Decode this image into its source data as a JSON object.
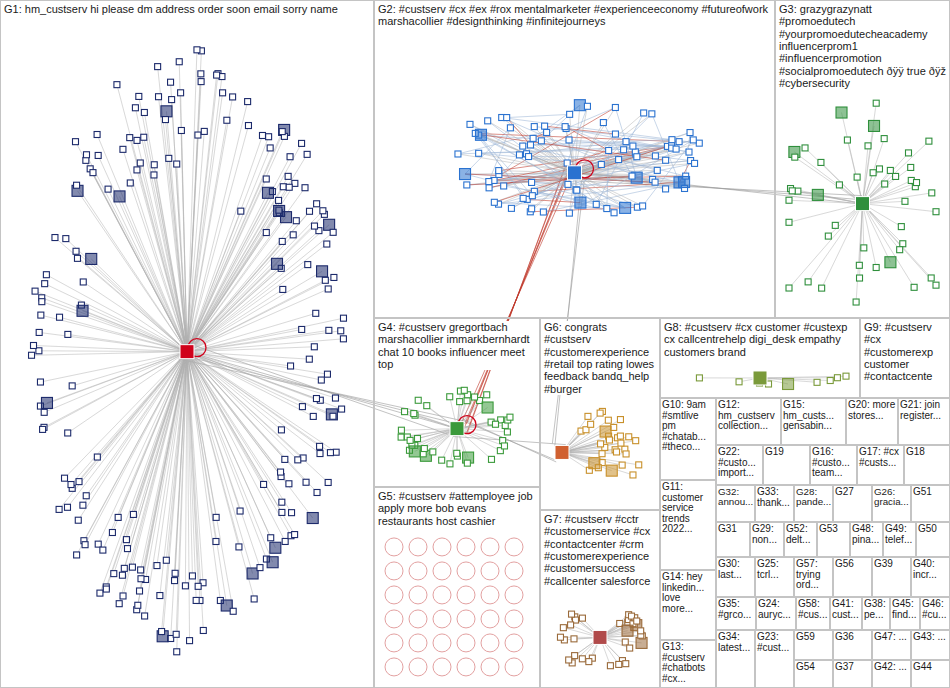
{
  "diagram": {
    "nodes": [
      {
        "text": [
          "G1: hm_custserv hi please dm address order soon email sorry name"
        ]
      },
      {
        "text": [
          "G2: #custserv #cx #ex #rox mentalmarketer #experienceeconomy #futureofwork marshacollier #designthinking #infinitejourneys"
        ]
      },
      {
        "text": [
          "G3: grazygrazynatt #promoedutech #yourpromoedutecheacademy influencerprom1 #influencerpromotion #socialpromoedutech ðÿÿ true ðÿž #cybersecurity"
        ]
      },
      {
        "text": [
          "G4: #custserv gregortbach marshacollier immarkbernhardt chat 10 books influencer meet top"
        ]
      },
      {
        "text": [
          "G6: congrats #custserv #customerexperience #retail top rating lowes feedback bandq_help #burger"
        ]
      },
      {
        "text": [
          "G8: #custserv #cx customer #custexp cx callcentrehelp digi_desk empathy customers brand"
        ]
      },
      {
        "text": [
          "G9: #custserv #cx #customerexp customer #contactcente"
        ]
      },
      {
        "text": [
          "G5: #custserv #attemployee job apply more bob evans restaurants host cashier"
        ]
      },
      {
        "text": [
          "G7: #custserv #cctr #customerservice #cx #contactcenter #crm #customerexperience #customersuccess #callcenter salesforce"
        ]
      },
      {
        "text": [
          "G10: 9am #smtlive pm #chatab... #theco..."
        ]
      },
      {
        "text": [
          "G12: hm_custserv collection..."
        ]
      },
      {
        "text": [
          "G15: hm_custs... gensabin..."
        ]
      },
      {
        "text": [
          "G20: more stores..."
        ]
      },
      {
        "text": [
          "G21: join register..."
        ]
      },
      {
        "text": [
          "G22: #custo... import..."
        ]
      },
      {
        "text": [
          "G19"
        ]
      },
      {
        "text": [
          "G16: #custo... team..."
        ]
      },
      {
        "text": [
          "G17: #cx #custs..."
        ]
      },
      {
        "text": [
          "G18"
        ]
      },
      {
        "text": [
          "G11: customer service trends 2022..."
        ]
      },
      {
        "text": [
          "G32: annou..."
        ]
      },
      {
        "text": [
          "G33: thank..."
        ]
      },
      {
        "text": [
          "G28: pande..."
        ]
      },
      {
        "text": [
          "G27"
        ]
      },
      {
        "text": [
          "G26: gracia..."
        ]
      },
      {
        "text": [
          "G51"
        ]
      },
      {
        "text": [
          "G31"
        ]
      },
      {
        "text": [
          "G29: non..."
        ]
      },
      {
        "text": [
          "G52: delt..."
        ]
      },
      {
        "text": [
          "G53"
        ]
      },
      {
        "text": [
          "G48: pina..."
        ]
      },
      {
        "text": [
          "G49: telef..."
        ]
      },
      {
        "text": [
          "G50"
        ]
      },
      {
        "text": [
          "G30: last..."
        ]
      },
      {
        "text": [
          "G25: tcrl..."
        ]
      },
      {
        "text": [
          "G57: trying ord..."
        ]
      },
      {
        "text": [
          "G56"
        ]
      },
      {
        "text": [
          "G39"
        ]
      },
      {
        "text": [
          "G40: incr..."
        ]
      },
      {
        "text": [
          "G14: hey linkedin... love more..."
        ]
      },
      {
        "text": [
          "G35: #grco..."
        ]
      },
      {
        "text": [
          "G24: auryc..."
        ]
      },
      {
        "text": [
          "G58: #cus..."
        ]
      },
      {
        "text": [
          "G41: cust..."
        ]
      },
      {
        "text": [
          "G38: pe..."
        ]
      },
      {
        "text": [
          "G45: find..."
        ]
      },
      {
        "text": [
          "G46: #cu..."
        ]
      },
      {
        "text": [
          "G34: latest..."
        ]
      },
      {
        "text": [
          "G23: #cust..."
        ]
      },
      {
        "text": [
          "G59"
        ]
      },
      {
        "text": [
          "G36"
        ]
      },
      {
        "text": [
          "G47: ..."
        ]
      },
      {
        "text": [
          "G43: ..."
        ]
      },
      {
        "text": [
          "G13: #custserv #chatbots #cx..."
        ]
      },
      {
        "text": [
          "G54"
        ]
      },
      {
        "text": [
          "G37"
        ]
      },
      {
        "text": [
          "G42: ..."
        ]
      },
      {
        "text": [
          "G44"
        ]
      }
    ]
  }
}
